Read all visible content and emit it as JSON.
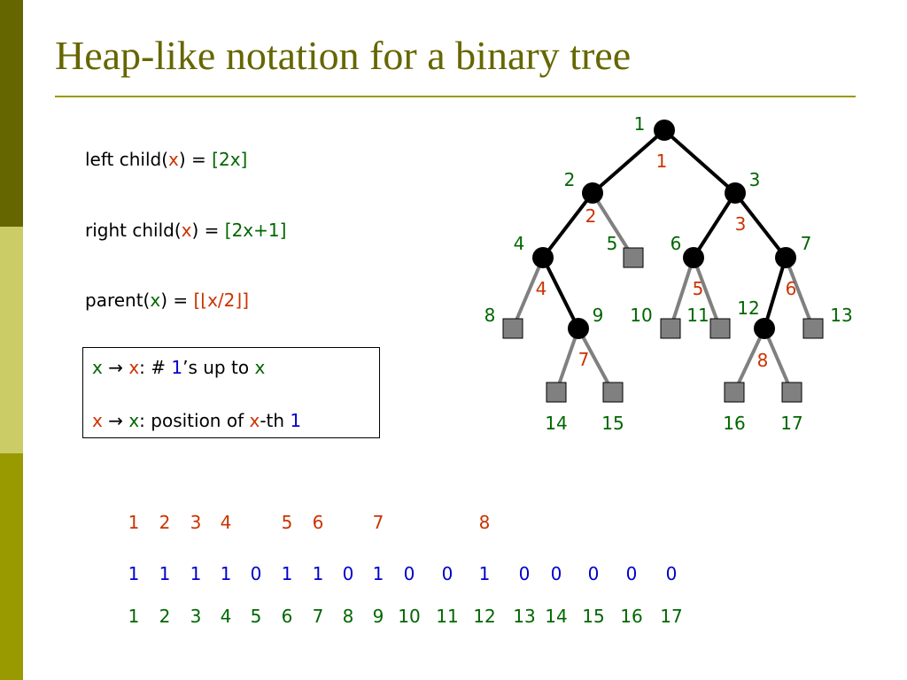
{
  "title": "Heap-like notation for a binary tree",
  "formulas": {
    "left": {
      "prefix": "left child(",
      "x": "x",
      "mid": ") = ",
      "value": "[2x]"
    },
    "right": {
      "prefix": "right child(",
      "x": "x",
      "mid": ") = ",
      "value": "[2x+1]"
    },
    "parent": {
      "prefix": "parent(",
      "x": "x",
      "mid": ") = ",
      "value": "[⌊x/2⌋]"
    }
  },
  "box": {
    "line1": {
      "a": "x",
      "arrow": " → ",
      "b": "x",
      "text": ": # ",
      "one": "1",
      "rest": "’s up to ",
      "c": "x"
    },
    "line2": {
      "a": "x",
      "arrow": " → ",
      "b": "x",
      "text": ": position of ",
      "c": "x",
      "rest": "-th ",
      "one": "1"
    }
  },
  "tree": {
    "internal_nodes": [
      {
        "id": 1,
        "rank": 1,
        "parent": null
      },
      {
        "id": 2,
        "rank": 2,
        "parent": 1
      },
      {
        "id": 3,
        "rank": 3,
        "parent": 1
      },
      {
        "id": 4,
        "rank": 4,
        "parent": 2
      },
      {
        "id": 6,
        "rank": 5,
        "parent": 3
      },
      {
        "id": 7,
        "rank": 6,
        "parent": 3
      },
      {
        "id": 9,
        "rank": 7,
        "parent": 4
      },
      {
        "id": 12,
        "rank": 8,
        "parent": 7
      }
    ],
    "leaves": [
      {
        "id": 5,
        "parent": 2
      },
      {
        "id": 8,
        "parent": 4
      },
      {
        "id": 10,
        "parent": 6
      },
      {
        "id": 11,
        "parent": 6
      },
      {
        "id": 13,
        "parent": 7
      },
      {
        "id": 14,
        "parent": 9
      },
      {
        "id": 15,
        "parent": 9
      },
      {
        "id": 16,
        "parent": 12
      },
      {
        "id": 17,
        "parent": 12
      }
    ]
  },
  "arrays": {
    "ranks": [
      "1",
      "2",
      "3",
      "4",
      "",
      "5",
      "6",
      "",
      "7",
      "",
      "",
      "8",
      "",
      "",
      "",
      "",
      ""
    ],
    "bits": [
      "1",
      "1",
      "1",
      "1",
      "0",
      "1",
      "1",
      "0",
      "1",
      "0",
      "0",
      "1",
      "0",
      "0",
      "0",
      "0",
      "0"
    ],
    "indices": [
      "1",
      "2",
      "3",
      "4",
      "5",
      "6",
      "7",
      "8",
      "9",
      "10",
      "11",
      "12",
      "13",
      "14",
      "15",
      "16",
      "17"
    ]
  },
  "colors": {
    "index_label": "#006600",
    "rank_label": "#cc3300",
    "bit": "#0000cc",
    "internal_edge": "#000000",
    "leaf_edge": "#808080",
    "leaf_fill": "#808080",
    "title": "#666600"
  }
}
